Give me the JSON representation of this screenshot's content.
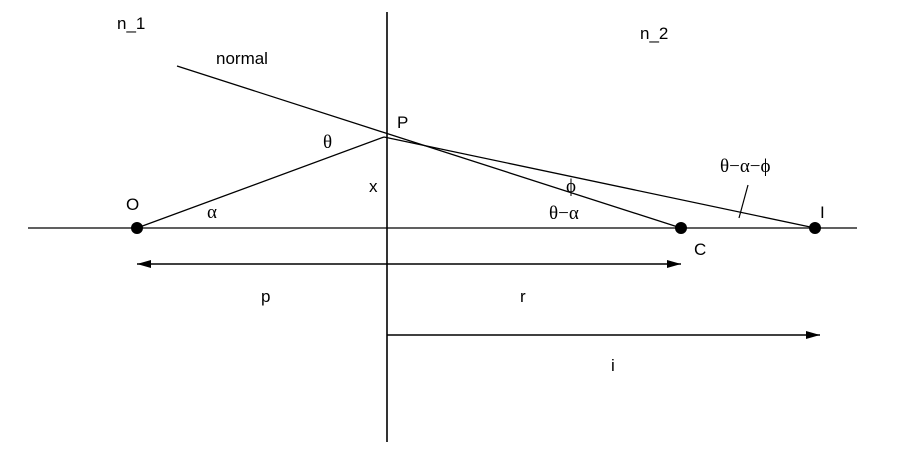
{
  "labels": {
    "n1": "n_1",
    "n2": "n_2",
    "normal": "normal",
    "P": "P",
    "O": "O",
    "C": "C",
    "I": "I",
    "x": "x",
    "p": "p",
    "r": "r",
    "i": "i",
    "theta": "θ",
    "alpha": "α",
    "phi": "ϕ",
    "theta_minus_alpha": "θ−α",
    "theta_minus_alpha_minus_phi": "θ−α−ϕ"
  },
  "colors": {
    "stroke": "#000000",
    "background": "#ffffff"
  }
}
